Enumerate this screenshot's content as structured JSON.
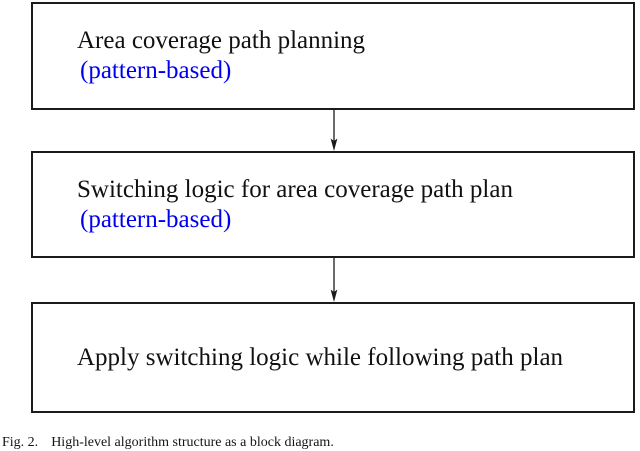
{
  "diagram": {
    "boxes": [
      {
        "title": "Area coverage path planning",
        "annotation": "(pattern-based)"
      },
      {
        "title": "Switching logic for area coverage path plan",
        "annotation": "(pattern-based)"
      },
      {
        "title": "Apply switching logic while following path plan"
      }
    ],
    "arrow_icon": "down-arrow-icon"
  },
  "caption": {
    "label": "Fig. 2.",
    "text": "High-level algorithm structure as a block diagram."
  },
  "colors": {
    "annotation_blue": "#0000ee",
    "line_black": "#1b1b1b",
    "background": "#ffffff"
  }
}
